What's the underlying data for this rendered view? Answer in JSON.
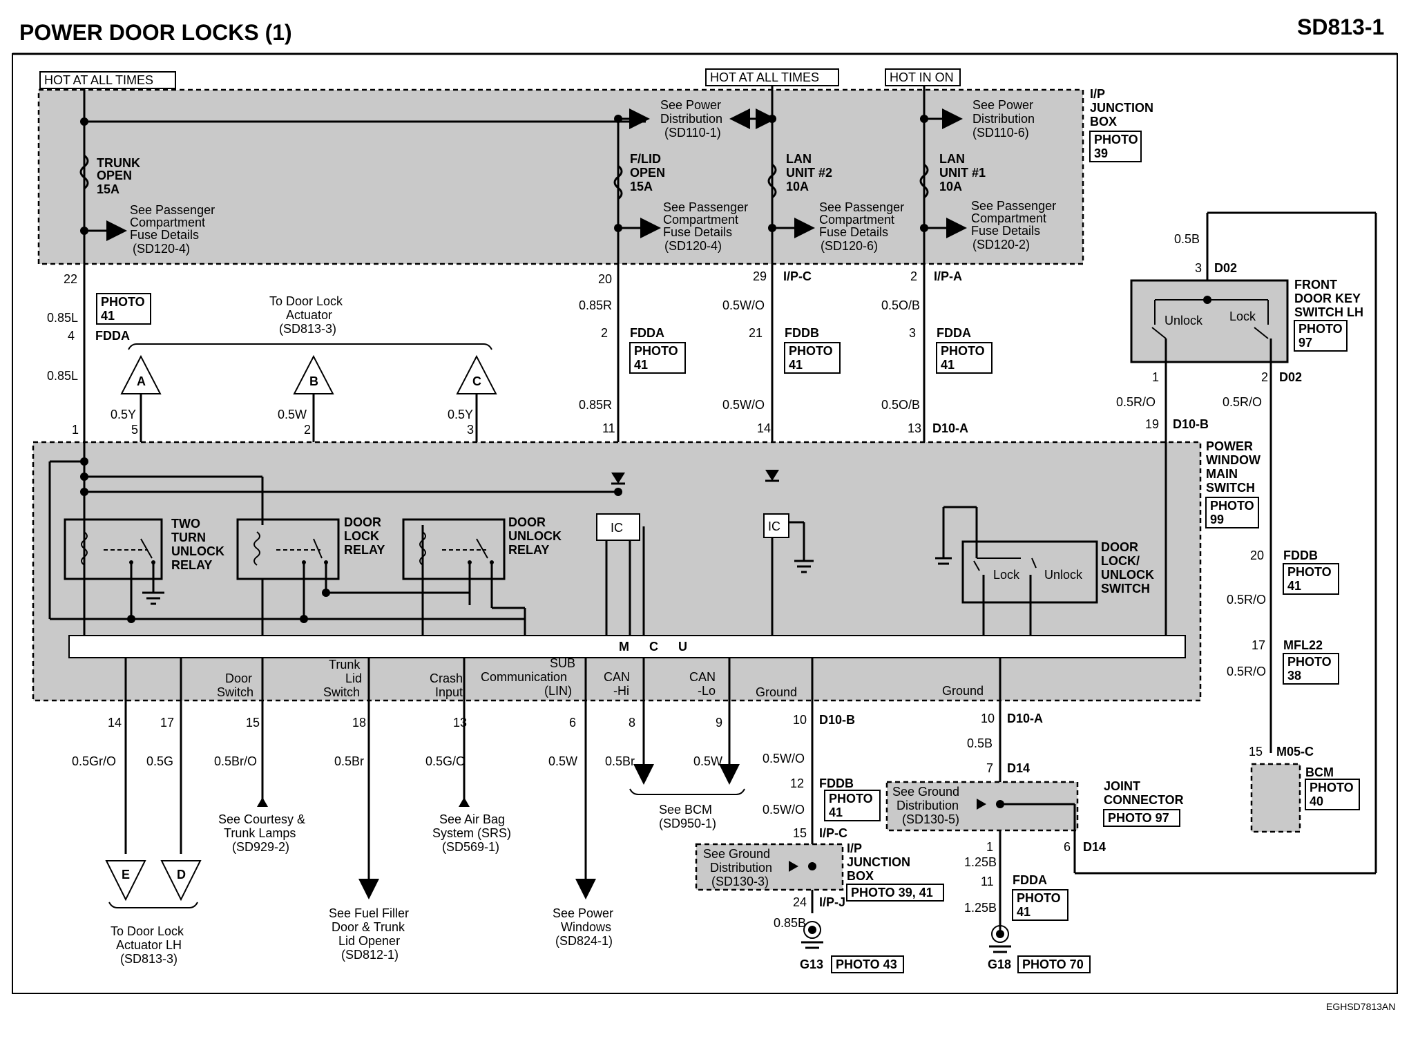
{
  "title": "POWER DOOR LOCKS (1)",
  "code": "SD813-1",
  "footer_code": "EGHSD7813AN",
  "power": {
    "hot_always_1": "HOT AT ALL TIMES",
    "hot_always_2": "HOT AT ALL TIMES",
    "hot_in_on": "HOT IN ON"
  },
  "ipjb": {
    "l1": "I/P",
    "l2": "JUNCTION",
    "l3": "BOX",
    "photo": "PHOTO",
    "photo_no": "39"
  },
  "fuses": [
    {
      "l1": "TRUNK",
      "l2": "OPEN",
      "l3": "15A"
    },
    {
      "l1": "F/LID",
      "l2": "OPEN",
      "l3": "15A"
    },
    {
      "l1": "LAN",
      "l2": "UNIT #2",
      "l3": "10A"
    },
    {
      "l1": "LAN",
      "l2": "UNIT #1",
      "l3": "10A"
    }
  ],
  "see_power_dist_1": {
    "l1": "See Power",
    "l2": "Distribution",
    "l3": "(SD110-1)"
  },
  "see_power_dist_2": {
    "l1": "See Power",
    "l2": "Distribution",
    "l3": "(SD110-6)"
  },
  "pass_fuse": [
    {
      "l1": "See Passenger",
      "l2": "Compartment",
      "l3": "Fuse Details",
      "l4": "(SD120-4)"
    },
    {
      "l1": "See Passenger",
      "l2": "Compartment",
      "l3": "Fuse Details",
      "l4": "(SD120-4)"
    },
    {
      "l1": "See Passenger",
      "l2": "Compartment",
      "l3": "Fuse Details",
      "l4": "(SD120-6)"
    },
    {
      "l1": "See Passenger",
      "l2": "Compartment",
      "l3": "Fuse Details",
      "l4": "(SD120-2)"
    }
  ],
  "col1": {
    "pin_top": "22",
    "wire1": "0.85L",
    "photo": "PHOTO",
    "photo_no": "41",
    "pin_fdda": "4",
    "conn_fdda": "FDDA",
    "wire2": "0.85L",
    "pin_pw": "1"
  },
  "col2": {
    "pin_top": "20",
    "wire1": "0.85R",
    "pin_fdda": "2",
    "conn_fdda": "FDDA",
    "photo": "PHOTO",
    "photo_no": "41",
    "wire2": "0.85R",
    "pin_pw": "11"
  },
  "col3": {
    "pin_top": "29",
    "conn_top": "I/P-C",
    "wire1": "0.5W/O",
    "pin_fddb": "21",
    "conn_fddb": "FDDB",
    "photo": "PHOTO",
    "photo_no": "41",
    "wire2": "0.5W/O",
    "pin_pw": "14"
  },
  "col4": {
    "pin_top": "2",
    "conn_top": "I/P-A",
    "wire1": "0.5O/B",
    "pin_fdda": "3",
    "conn_fdda": "FDDA",
    "photo": "PHOTO",
    "photo_no": "41",
    "wire2": "0.5O/B",
    "pin_pw": "13",
    "conn_pw": "D10-A"
  },
  "to_actuator": {
    "l1": "To Door Lock",
    "l2": "Actuator",
    "l3": "(SD813-3)"
  },
  "refs_abc": [
    {
      "letter": "A",
      "wire": "0.5Y",
      "pin": "5"
    },
    {
      "letter": "B",
      "wire": "0.5W",
      "pin": "2"
    },
    {
      "letter": "C",
      "wire": "0.5Y",
      "pin": "3"
    }
  ],
  "relays": [
    {
      "l1": "TWO",
      "l2": "TURN",
      "l3": "UNLOCK",
      "l4": "RELAY"
    },
    {
      "l1": "DOOR",
      "l2": "LOCK",
      "l3": "RELAY"
    },
    {
      "l1": "DOOR",
      "l2": "UNLOCK",
      "l3": "RELAY"
    }
  ],
  "ic_label": "IC",
  "ic_label_2": "IC",
  "pwms": {
    "l1": "POWER",
    "l2": "WINDOW",
    "l3": "MAIN",
    "l4": "SWITCH",
    "photo": "PHOTO",
    "photo_no": "99"
  },
  "dlus": {
    "l1": "DOOR",
    "l2": "LOCK/",
    "l3": "UNLOCK",
    "l4": "SWITCH",
    "lock": "Lock",
    "unlock": "Unlock"
  },
  "mcu": {
    "m": "M",
    "c": "C",
    "u": "U"
  },
  "mcu_inputs": [
    {
      "l1": "Door",
      "l2": "Switch"
    },
    {
      "l1": "Trunk",
      "l2": "Lid",
      "l3": "Switch"
    },
    {
      "l1": "Crash",
      "l2": "Input"
    },
    {
      "l1": "SUB",
      "l2": "Communication",
      "l3": "(LIN)"
    },
    {
      "l1": "CAN",
      "l2": "-Hi"
    },
    {
      "l1": "CAN",
      "l2": "-Lo"
    },
    {
      "l1": "Ground"
    },
    {
      "l1": "Ground"
    }
  ],
  "bottom_pins": [
    {
      "pin": "14",
      "wire": "0.5Gr/O"
    },
    {
      "pin": "17",
      "wire": "0.5G"
    },
    {
      "pin": "15",
      "wire": "0.5Br/O"
    },
    {
      "pin": "18",
      "wire": "0.5Br"
    },
    {
      "pin": "13",
      "wire": "0.5G/O"
    },
    {
      "pin": "6",
      "wire": "0.5W"
    },
    {
      "pin": "8",
      "wire": "0.5Br"
    },
    {
      "pin": "9",
      "wire": "0.5W"
    }
  ],
  "refs_ed": [
    {
      "letter": "E"
    },
    {
      "letter": "D"
    }
  ],
  "to_actuator_lh": {
    "l1": "To Door Lock",
    "l2": "Actuator LH",
    "l3": "(SD813-3)"
  },
  "see_courtesy": {
    "l1": "See Courtesy &",
    "l2": "Trunk Lamps",
    "l3": "(SD929-2)"
  },
  "see_fuel": {
    "l1": "See Fuel Filler",
    "l2": "Door & Trunk",
    "l3": "Lid Opener",
    "l4": "(SD812-1)"
  },
  "see_airbag": {
    "l1": "See Air Bag",
    "l2": "System (SRS)",
    "l3": "(SD569-1)"
  },
  "see_windows": {
    "l1": "See Power",
    "l2": "Windows",
    "l3": "(SD824-1)"
  },
  "see_bcm": {
    "l1": "See BCM",
    "l2": "(SD950-1)"
  },
  "gnd_left": {
    "pin1": "10",
    "conn1": "D10-B",
    "wire1": "0.5W/O",
    "pin2": "12",
    "conn2": "FDDB",
    "photo": "PHOTO",
    "photo_no": "41",
    "wire2": "0.5W/O",
    "pin3": "15",
    "conn3": "I/P-C",
    "see1": "See Ground",
    "see2": "Distribution",
    "see3": "(SD130-3)",
    "jb1": "I/P",
    "jb2": "JUNCTION",
    "jb3": "BOX",
    "jb_photo": "PHOTO 39, 41",
    "pin4": "24",
    "conn4": "I/P-J",
    "wire3": "0.85B",
    "ground": "G13",
    "g_photo": "PHOTO 43"
  },
  "gnd_right": {
    "pin1": "10",
    "conn1": "D10-A",
    "wire1": "0.5B",
    "pin2": "7",
    "conn2": "D14",
    "see1": "See Ground",
    "see2": "Distribution",
    "see3": "(SD130-5)",
    "jc1": "JOINT",
    "jc2": "CONNECTOR",
    "jc_photo": "PHOTO 97",
    "pin3": "1",
    "pin6": "6",
    "conn6": "D14",
    "wire2": "1.25B",
    "pin4": "11",
    "conn4": "FDDA",
    "photo": "PHOTO",
    "photo_no": "41",
    "wire3": "1.25B",
    "ground": "G18",
    "g_photo": "PHOTO 70"
  },
  "fdks": {
    "wire_top": "0.5B",
    "pin_top": "3",
    "conn_top": "D02",
    "l1": "FRONT",
    "l2": "DOOR KEY",
    "l3": "SWITCH LH",
    "photo": "PHOTO",
    "photo_no": "97",
    "unlock": "Unlock",
    "lock": "Lock",
    "pin1": "1",
    "pin2": "2",
    "conn2": "D02",
    "wire1": "0.5R/O",
    "wire2": "0.5R/O",
    "pin19": "19",
    "conn19": "D10-B",
    "pin20": "20",
    "conn20": "FDDB",
    "photo2": "PHOTO",
    "photo2_no": "41",
    "wire3": "0.5R/O",
    "pin17": "17",
    "conn17": "MFL22",
    "photo3": "PHOTO",
    "photo3_no": "38",
    "wire4": "0.5R/O",
    "pin15": "15",
    "conn15": "M05-C",
    "bcm": "BCM",
    "photo4": "PHOTO",
    "photo4_no": "40"
  }
}
